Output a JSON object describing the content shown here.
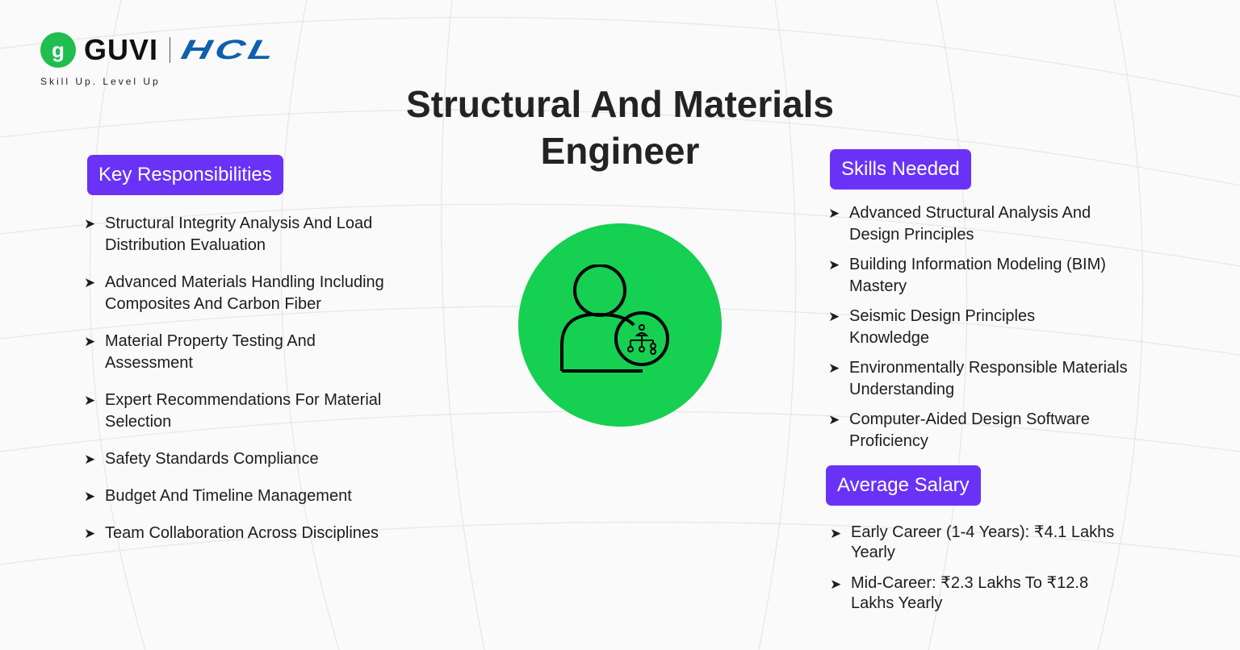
{
  "branding": {
    "logo_icon": "guvi-logo-icon",
    "logo_glyph": "g",
    "brand": "GUVI",
    "partner": "HCL",
    "tagline": "Skill Up. Level Up"
  },
  "title": {
    "line1": "Structural And Materials",
    "line2": "Engineer"
  },
  "hero": {
    "icon": "engineer-person-hierarchy-icon",
    "color": "#15d051"
  },
  "accent_color": "#6a32f7",
  "responsibilities": {
    "heading": "Key Responsibilities",
    "items": [
      "Structural Integrity Analysis And Load Distribution Evaluation",
      "Advanced Materials Handling Including Composites And Carbon Fiber",
      "Material Property Testing And Assessment",
      "Expert Recommendations For Material Selection",
      "Safety Standards Compliance",
      "Budget And Timeline Management",
      "Team Collaboration Across Disciplines"
    ]
  },
  "skills": {
    "heading": "Skills Needed",
    "items": [
      "Advanced Structural Analysis And Design Principles",
      "Building Information Modeling (BIM) Mastery",
      "Seismic Design Principles Knowledge",
      "Environmentally Responsible Materials Understanding",
      "Computer-Aided Design Software Proficiency"
    ]
  },
  "salary": {
    "heading": "Average Salary",
    "items": [
      "Early Career (1-4 Years): ₹4.1 Lakhs Yearly",
      "Mid-Career: ₹2.3 Lakhs To ₹12.8 Lakhs Yearly"
    ]
  },
  "bullet_glyph": "➤"
}
